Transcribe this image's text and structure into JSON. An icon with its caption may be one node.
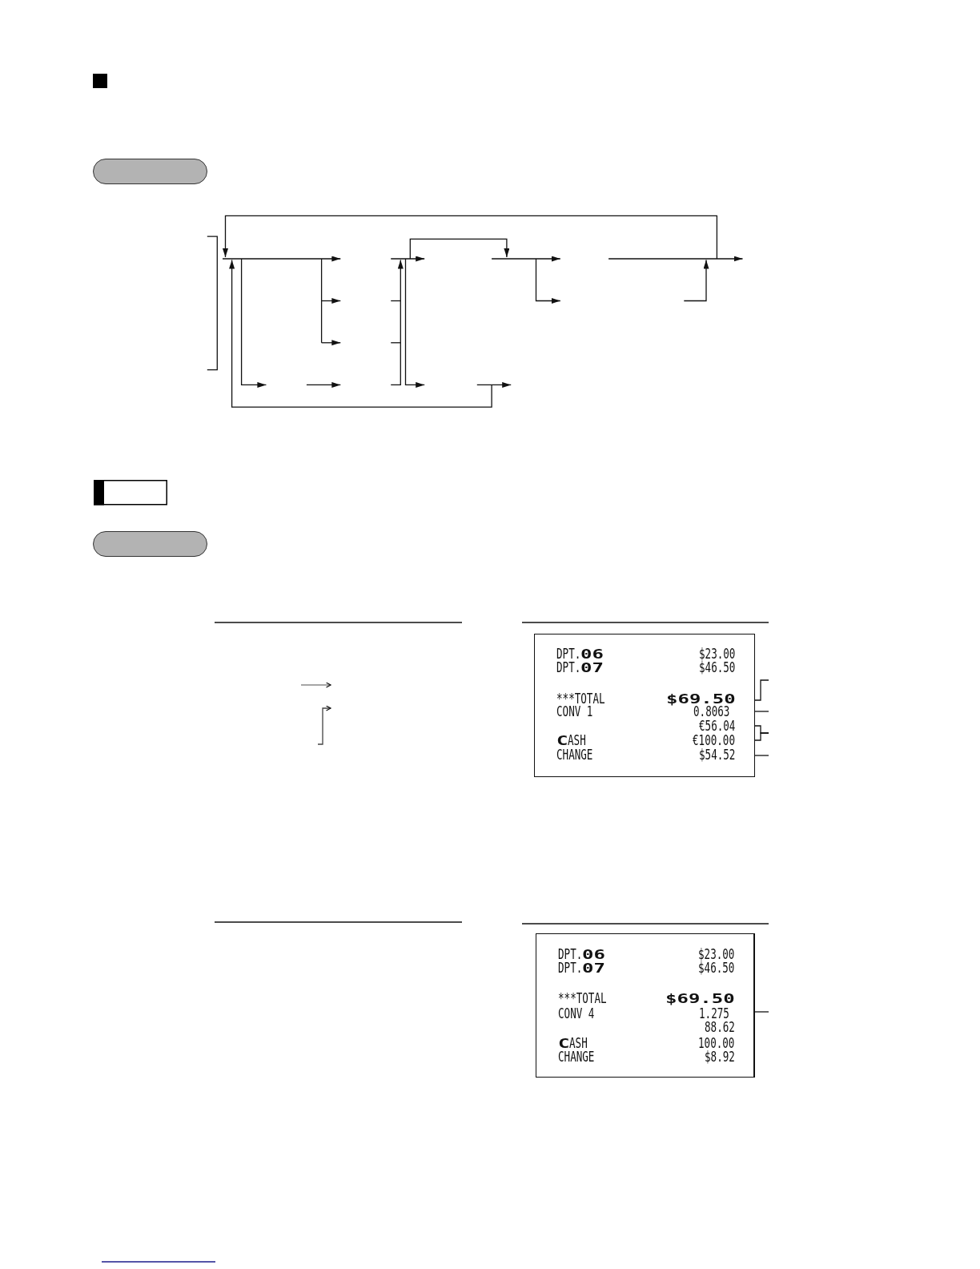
{
  "diagram": {
    "nodes": [
      {
        "text": [],
        "shape": "pill"
      },
      {
        "text": [],
        "shape": "pill"
      },
      {
        "text": [
          "DPT.**06**",
          "$23.00",
          "DPT.**07**",
          "$46.50",
          "***TOTAL",
          "$69.50",
          "CONV 1",
          "0.8063",
          "€56.04",
          "**C**ASH",
          "€100.00",
          "CHANGE",
          "$54.52"
        ]
      },
      {
        "text": [
          "DPT.**06**",
          "$23.00",
          "DPT.**07**",
          "$46.50",
          "***TOTAL",
          "$69.50",
          "CONV 4",
          "1.275",
          "88.62",
          "**C**ASH",
          "100.00",
          "CHANGE",
          "$8.92"
        ]
      }
    ],
    "edges": [
      {
        "from": null,
        "to": 2,
        "arrow": "none"
      },
      {
        "from": null,
        "to": 2,
        "arrow": "none"
      },
      {
        "from": null,
        "to": 2,
        "arrow": "none"
      },
      {
        "from": null,
        "to": 2,
        "arrow": "none"
      },
      {
        "from": null,
        "to": 2,
        "arrow": "none"
      },
      {
        "from": null,
        "to": 3,
        "arrow": "none"
      }
    ]
  }
}
